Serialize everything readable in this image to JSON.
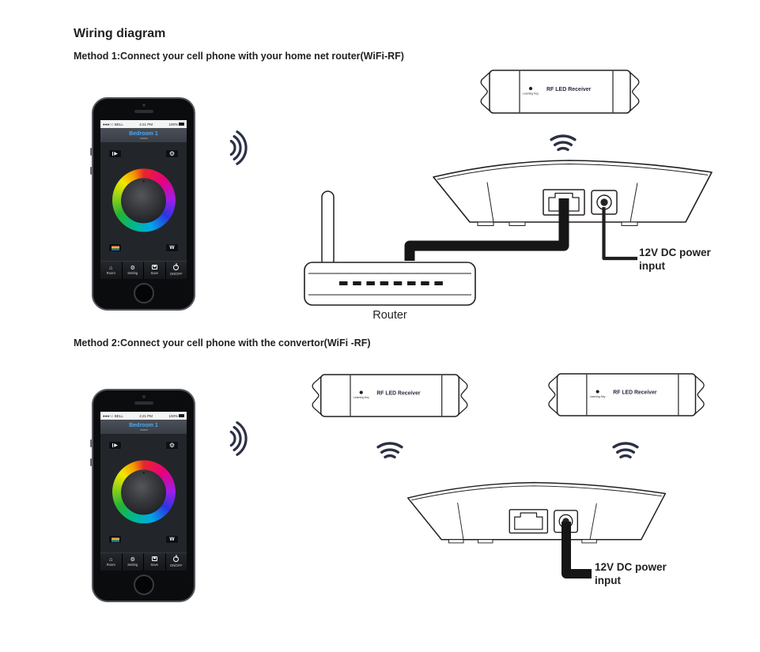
{
  "page": {
    "title": "Wiring diagram",
    "method1_heading": "Method 1:Connect your cell phone with your home net router(WiFi-RF)",
    "method2_heading": "Method 2:Connect your cell phone with the convertor(WiFi -RF)"
  },
  "phone_app": {
    "carrier": "●●●○○ BELL",
    "time": "4:21 PM",
    "battery": "100%",
    "room_title": "Bedroom 1",
    "white_channel_button": "W",
    "nav_items": [
      {
        "label": "Room"
      },
      {
        "label": "Setting"
      },
      {
        "label": "Save"
      },
      {
        "label": "ON/OFF"
      }
    ]
  },
  "receiver": {
    "label": "RF LED Receiver",
    "learning_key_label": "Learning Key"
  },
  "router": {
    "label": "Router"
  },
  "power_input_label": {
    "line1": "12V DC power",
    "line2": "input"
  },
  "icons": {
    "play_icon": "▶",
    "gear_icon": "⚙",
    "home_icon": "⌂"
  },
  "colors": {
    "line": "#231f20",
    "cable": "#161616",
    "signal_arc": "#2c3045",
    "app_accent_blue": "#4fa8f0",
    "receiver_text": "#272b40"
  }
}
